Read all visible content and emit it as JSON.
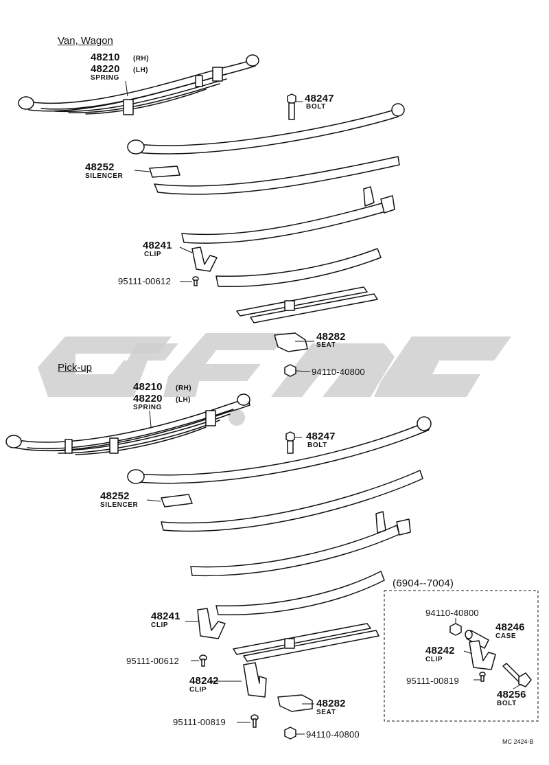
{
  "sections": {
    "van_wagon": "Van, Wagon",
    "pickup": "Pick-up",
    "inset_range": "(6904--7004)"
  },
  "van": {
    "spring_rh": "48210",
    "spring_rh_side": "(RH)",
    "spring_lh": "48220",
    "spring_lh_side": "(LH)",
    "spring_name": "SPRING",
    "bolt_no": "48247",
    "bolt_name": "BOLT",
    "silencer_no": "48252",
    "silencer_name": "SILENCER",
    "clip_no": "48241",
    "clip_name": "CLIP",
    "screw_no": "95111-00612",
    "seat_no": "48282",
    "seat_name": "SEAT",
    "nut_no": "94110-40800"
  },
  "pickup": {
    "spring_rh": "48210",
    "spring_rh_side": "(RH)",
    "spring_lh": "48220",
    "spring_lh_side": "(LH)",
    "spring_name": "SPRING",
    "bolt_no": "48247",
    "bolt_name": "BOLT",
    "silencer_no": "48252",
    "silencer_name": "SILENCER",
    "clip_no": "48241",
    "clip_name": "CLIP",
    "screw_no": "95111-00612",
    "clip2_no": "48242",
    "clip2_name": "CLIP",
    "screw2_no": "95111-00819",
    "seat_no": "48282",
    "seat_name": "SEAT",
    "nut_no": "94110-40800"
  },
  "inset": {
    "nut_no": "94110-40800",
    "case_no": "48246",
    "case_name": "CASE",
    "clip_no": "48242",
    "clip_name": "CLIP",
    "screw_no": "95111-00819",
    "bolt_no": "48256",
    "bolt_name": "BOLT"
  },
  "footer_code": "MC 2424-B"
}
